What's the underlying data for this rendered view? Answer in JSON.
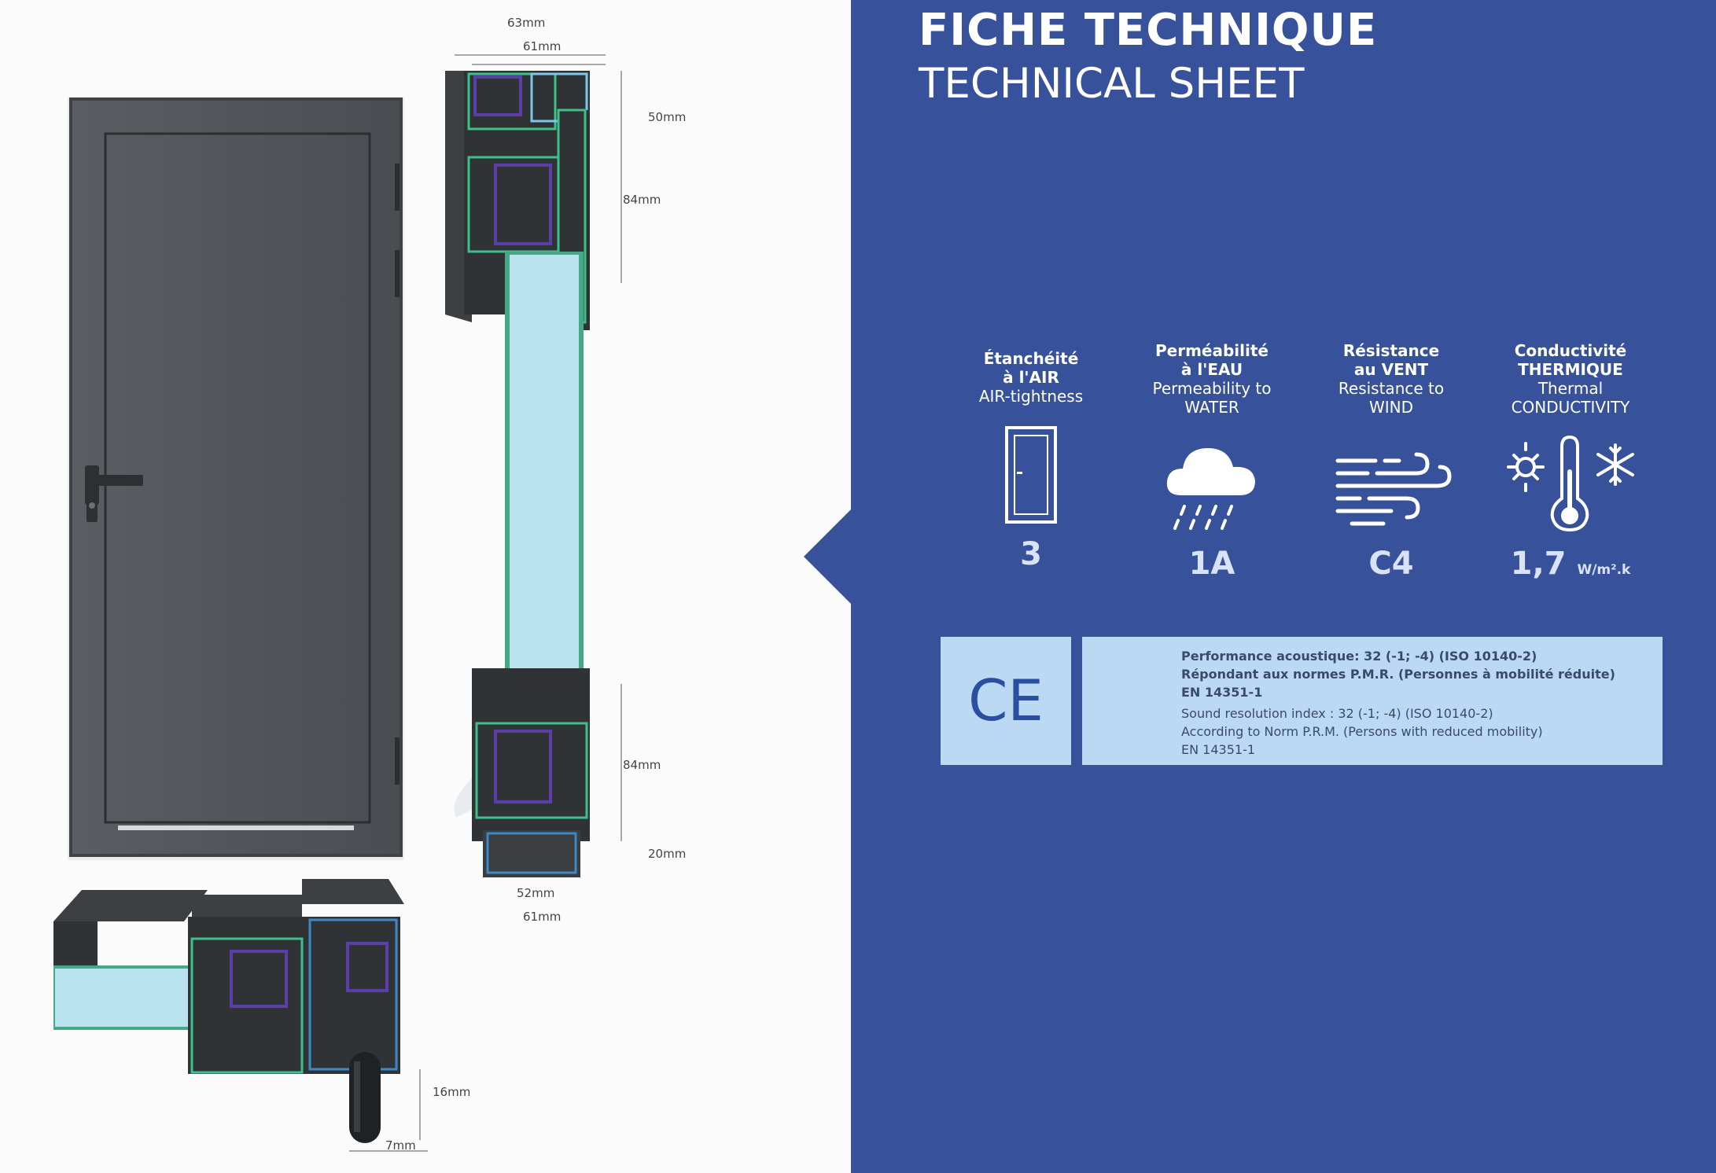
{
  "title": {
    "fr": "FICHE TECHNIQUE",
    "en": "TECHNICAL SHEET"
  },
  "criteria": [
    {
      "fr_line1": "Étanchéité",
      "fr_line2": "à l'AIR",
      "en_line1": "AIR-tightness",
      "en_line2": "",
      "icon": "door-icon",
      "value": "3",
      "unit": ""
    },
    {
      "fr_line1": "Perméabilité",
      "fr_line2": "à l'EAU",
      "en_line1": "Permeability to",
      "en_line2": "WATER",
      "icon": "rain-cloud-icon",
      "value": "1A",
      "unit": ""
    },
    {
      "fr_line1": "Résistance",
      "fr_line2": "au VENT",
      "en_line1": "Resistance to",
      "en_line2": "WIND",
      "icon": "wind-icon",
      "value": "C4",
      "unit": ""
    },
    {
      "fr_line1": "Conductivité",
      "fr_line2": "THERMIQUE",
      "en_line1": "Thermal",
      "en_line2": "CONDUCTIVITY",
      "icon": "thermometer-icon",
      "value": "1,7",
      "unit": "W/m².k"
    }
  ],
  "ce_mark": "CE",
  "info": {
    "fr_1": "Performance acoustique: 32 (-1; -4) (ISO 10140-2)",
    "fr_2": "Répondant aux normes P.M.R. (Personnes à mobilité réduite)",
    "fr_3": "EN 14351-1",
    "en_1": "Sound resolution index : 32 (-1; -4) (ISO 10140-2)",
    "en_2": "According to Norm P.R.M. (Persons with reduced mobility)",
    "en_3": "EN 14351-1"
  },
  "dimensions": {
    "top_outer": "63mm",
    "top_inner": "61mm",
    "side_top": "50mm",
    "side_frame_top": "84mm",
    "side_frame_bottom": "84mm",
    "side_threshold": "20mm",
    "bottom_inner": "52mm",
    "bottom_outer": "61mm",
    "hinge_height": "16mm",
    "hinge_width": "7mm"
  },
  "colors": {
    "panel_blue": "#37529a",
    "door_grey": "#4f5357",
    "profile_dark": "#2f3336",
    "thermal_break_green": "#3fbf8a",
    "glass_light_blue": "#b9e3ee",
    "seal_purple": "#5b3ea8",
    "box_light_blue": "#bcd9f3"
  }
}
